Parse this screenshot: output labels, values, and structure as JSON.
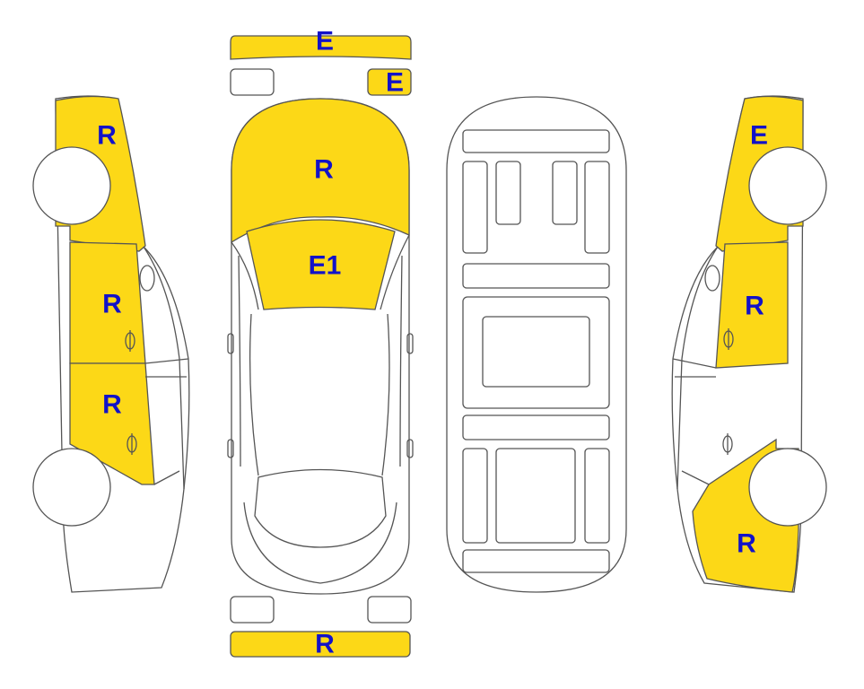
{
  "colors": {
    "damaged_fill": "#FCD817",
    "undamaged_fill": "#ffffff",
    "outline": "#555555",
    "label": "#1212C8"
  },
  "labels": {
    "front_bumper": "E",
    "headlight_right": "E",
    "hood": "R",
    "windshield": "E1",
    "rear_bumper": "R",
    "left_front_fender": "R",
    "left_front_door": "R",
    "left_rear_door": "R",
    "right_front_fender": "E",
    "right_front_door": "R",
    "right_rear_quarter": "R"
  }
}
